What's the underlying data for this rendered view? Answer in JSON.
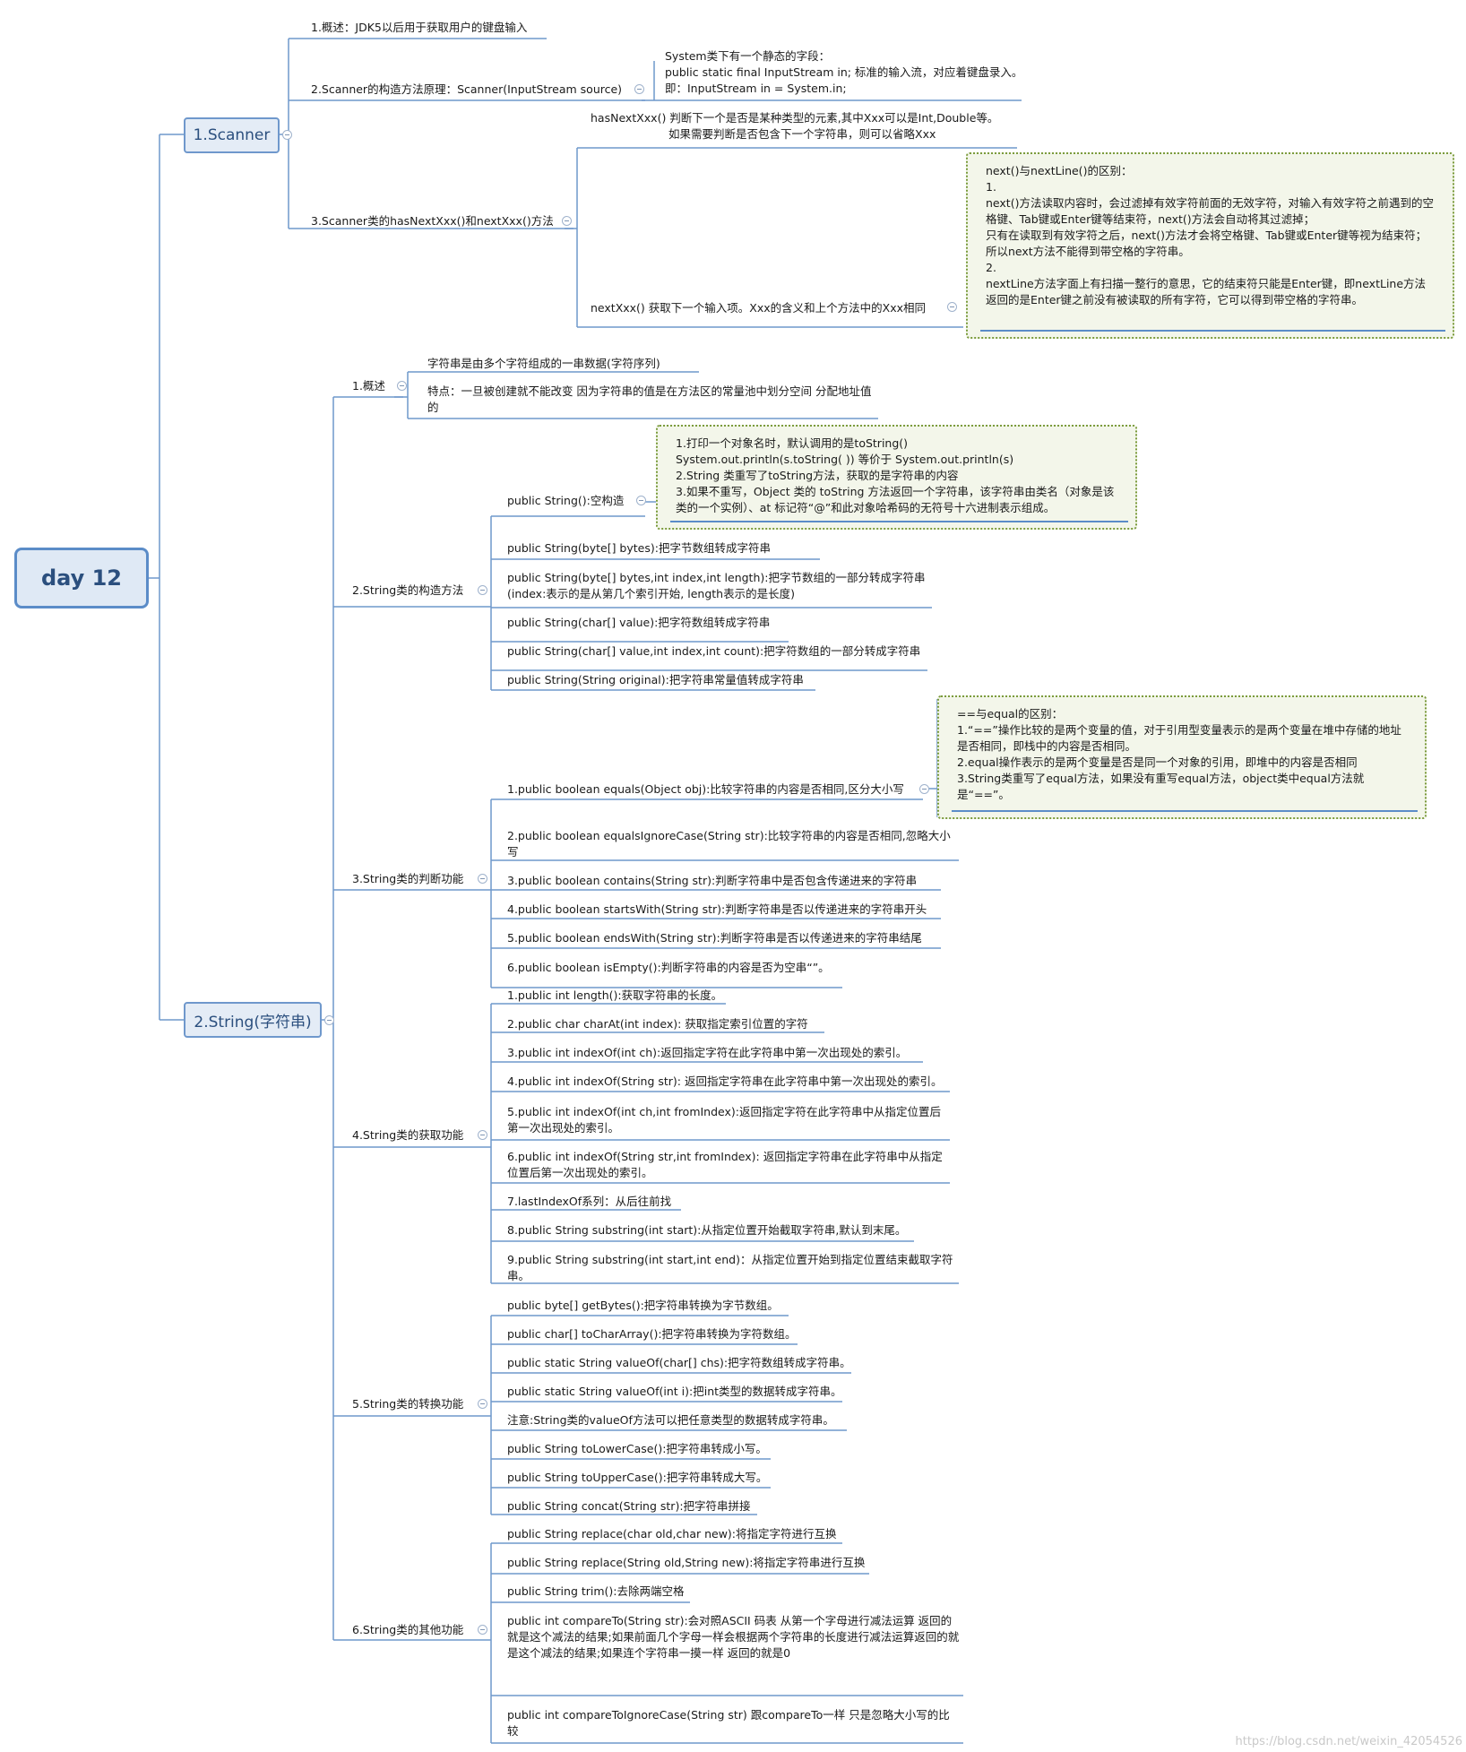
{
  "root": "day 12",
  "scanner": {
    "label": "1.Scanner",
    "overview": "1.概述：JDK5以后用于获取用户的键盘输入",
    "ctor": "2.Scanner的构造方法原理：Scanner(InputStream source)",
    "ctor_note": [
      "System类下有一个静态的字段：",
      "public static final InputStream in; 标准的输入流，对应着键盘录入。",
      "即：InputStream in = System.in;"
    ],
    "methods": "3.Scanner类的hasNextXxx()和nextXxx()方法",
    "hasnext": [
      "hasNextXxx()  判断下一个是否是某种类型的元素,其中Xxx可以是Int,Double等。",
      "如果需要判断是否包含下一个字符串，则可以省略Xxx"
    ],
    "nextxxx": "nextXxx()  获取下一个输入项。Xxx的含义和上个方法中的Xxx相同",
    "next_note": [
      "next()与nextLine()的区别：",
      "1.",
      "next()方法读取内容时，会过滤掉有效字符前面的无效字符，对输入有效字符之前遇到的空格键、Tab键或Enter键等结束符，next()方法会自动将其过滤掉；",
      "只有在读取到有效字符之后，next()方法才会将空格键、Tab键或Enter键等视为结束符；",
      "所以next方法不能得到带空格的字符串。",
      "2.",
      "nextLine方法字面上有扫描一整行的意思，它的结束符只能是Enter键，即nextLine方法返回的是Enter键之前没有被读取的所有字符，它可以得到带空格的字符串。"
    ]
  },
  "string": {
    "label": "2.String(字符串)",
    "overview": {
      "label": "1.概述",
      "items": [
        "字符串是由多个字符组成的一串数据(字符序列)",
        "特点：一旦被创建就不能改变 因为字符串的值是在方法区的常量池中划分空间 分配地址值的"
      ]
    },
    "ctors": {
      "label": "2.String类的构造方法",
      "items": [
        "public String():空构造",
        "public String(byte[] bytes):把字节数组转成字符串",
        "public String(byte[] bytes,int index,int length):把字节数组的一部分转成字符串(index:表示的是从第几个索引开始, length表示的是长度)",
        "public String(char[] value):把字符数组转成字符串",
        "public String(char[] value,int index,int count):把字符数组的一部分转成字符串",
        "public String(String original):把字符串常量值转成字符串"
      ],
      "note": [
        "1.打印一个对象名时，默认调用的是toString()",
        "System.out.println(s.toString( )) 等价于  System.out.println(s)",
        "2.String 类重写了toString方法，获取的是字符串的内容",
        "3.如果不重写，Object 类的 toString 方法返回一个字符串，该字符串由类名（对象是该类的一个实例）、at 标记符“@”和此对象哈希码的无符号十六进制表示组成。"
      ]
    },
    "judge": {
      "label": "3.String类的判断功能",
      "items": [
        "1.public boolean equals(Object obj):比较字符串的内容是否相同,区分大小写",
        "2.public boolean equalsIgnoreCase(String str):比较字符串的内容是否相同,忽略大小写",
        "3.public boolean contains(String str):判断字符串中是否包含传递进来的字符串",
        "4.public boolean startsWith(String str):判断字符串是否以传递进来的字符串开头",
        "5.public boolean endsWith(String str):判断字符串是否以传递进来的字符串结尾",
        "6.public boolean isEmpty():判断字符串的内容是否为空串“”。"
      ],
      "note": [
        "==与equal的区别：",
        "1.“==”操作比较的是两个变量的值，对于引用型变量表示的是两个变量在堆中存储的地址是否相同，即栈中的内容是否相同。",
        "2.equal操作表示的是两个变量是否是同一个对象的引用，即堆中的内容是否相同",
        "3.String类重写了equal方法，如果没有重写equal方法，object类中equal方法就是“==”。"
      ]
    },
    "get": {
      "label": "4.String类的获取功能",
      "items": [
        "1.public int length():获取字符串的长度。",
        "2.public char charAt(int index): 获取指定索引位置的字符",
        "3.public int indexOf(int ch):返回指定字符在此字符串中第一次出现处的索引。",
        "4.public int indexOf(String str): 返回指定字符串在此字符串中第一次出现处的索引。",
        "5.public int indexOf(int ch,int fromIndex):返回指定字符在此字符串中从指定位置后第一次出现处的索引。",
        "6.public int indexOf(String str,int fromIndex): 返回指定字符串在此字符串中从指定位置后第一次出现处的索引。",
        "7.lastIndexOf系列：从后往前找",
        "8.public String substring(int start):从指定位置开始截取字符串,默认到末尾。",
        "9.public String substring(int start,int end)：从指定位置开始到指定位置结束截取字符串。"
      ]
    },
    "convert": {
      "label": "5.String类的转换功能",
      "items": [
        "public byte[] getBytes():把字符串转换为字节数组。",
        "public char[] toCharArray():把字符串转换为字符数组。",
        "public static String valueOf(char[] chs):把字符数组转成字符串。",
        "public static String valueOf(int i):把int类型的数据转成字符串。",
        "注意:String类的valueOf方法可以把任意类型的数据转成字符串。",
        "public String toLowerCase():把字符串转成小写。",
        "public String toUpperCase():把字符串转成大写。",
        "public String concat(String str):把字符串拼接"
      ]
    },
    "other": {
      "label": "6.String类的其他功能",
      "items": [
        "public String replace(char old,char new):将指定字符进行互换",
        "public String replace(String old,String new):将指定字符串进行互换",
        "public String trim():去除两端空格",
        "public int compareTo(String str):会对照ASCII 码表 从第一个字母进行减法运算 返回的就是这个减法的结果;如果前面几个字母一样会根据两个字符串的长度进行减法运算返回的就是这个减法的结果;如果连个字符串一摸一样 返回的就是0",
        "public int compareToIgnoreCase(String str) 跟compareTo一样 只是忽略大小写的比较"
      ]
    }
  },
  "watermark": "https://blog.csdn.net/weixin_42054526",
  "colors": {
    "line": "#5b8cc8",
    "root_border": "#5b8cc8",
    "note_border": "#7b9b3c",
    "note_bg": "#f3f6ea"
  }
}
